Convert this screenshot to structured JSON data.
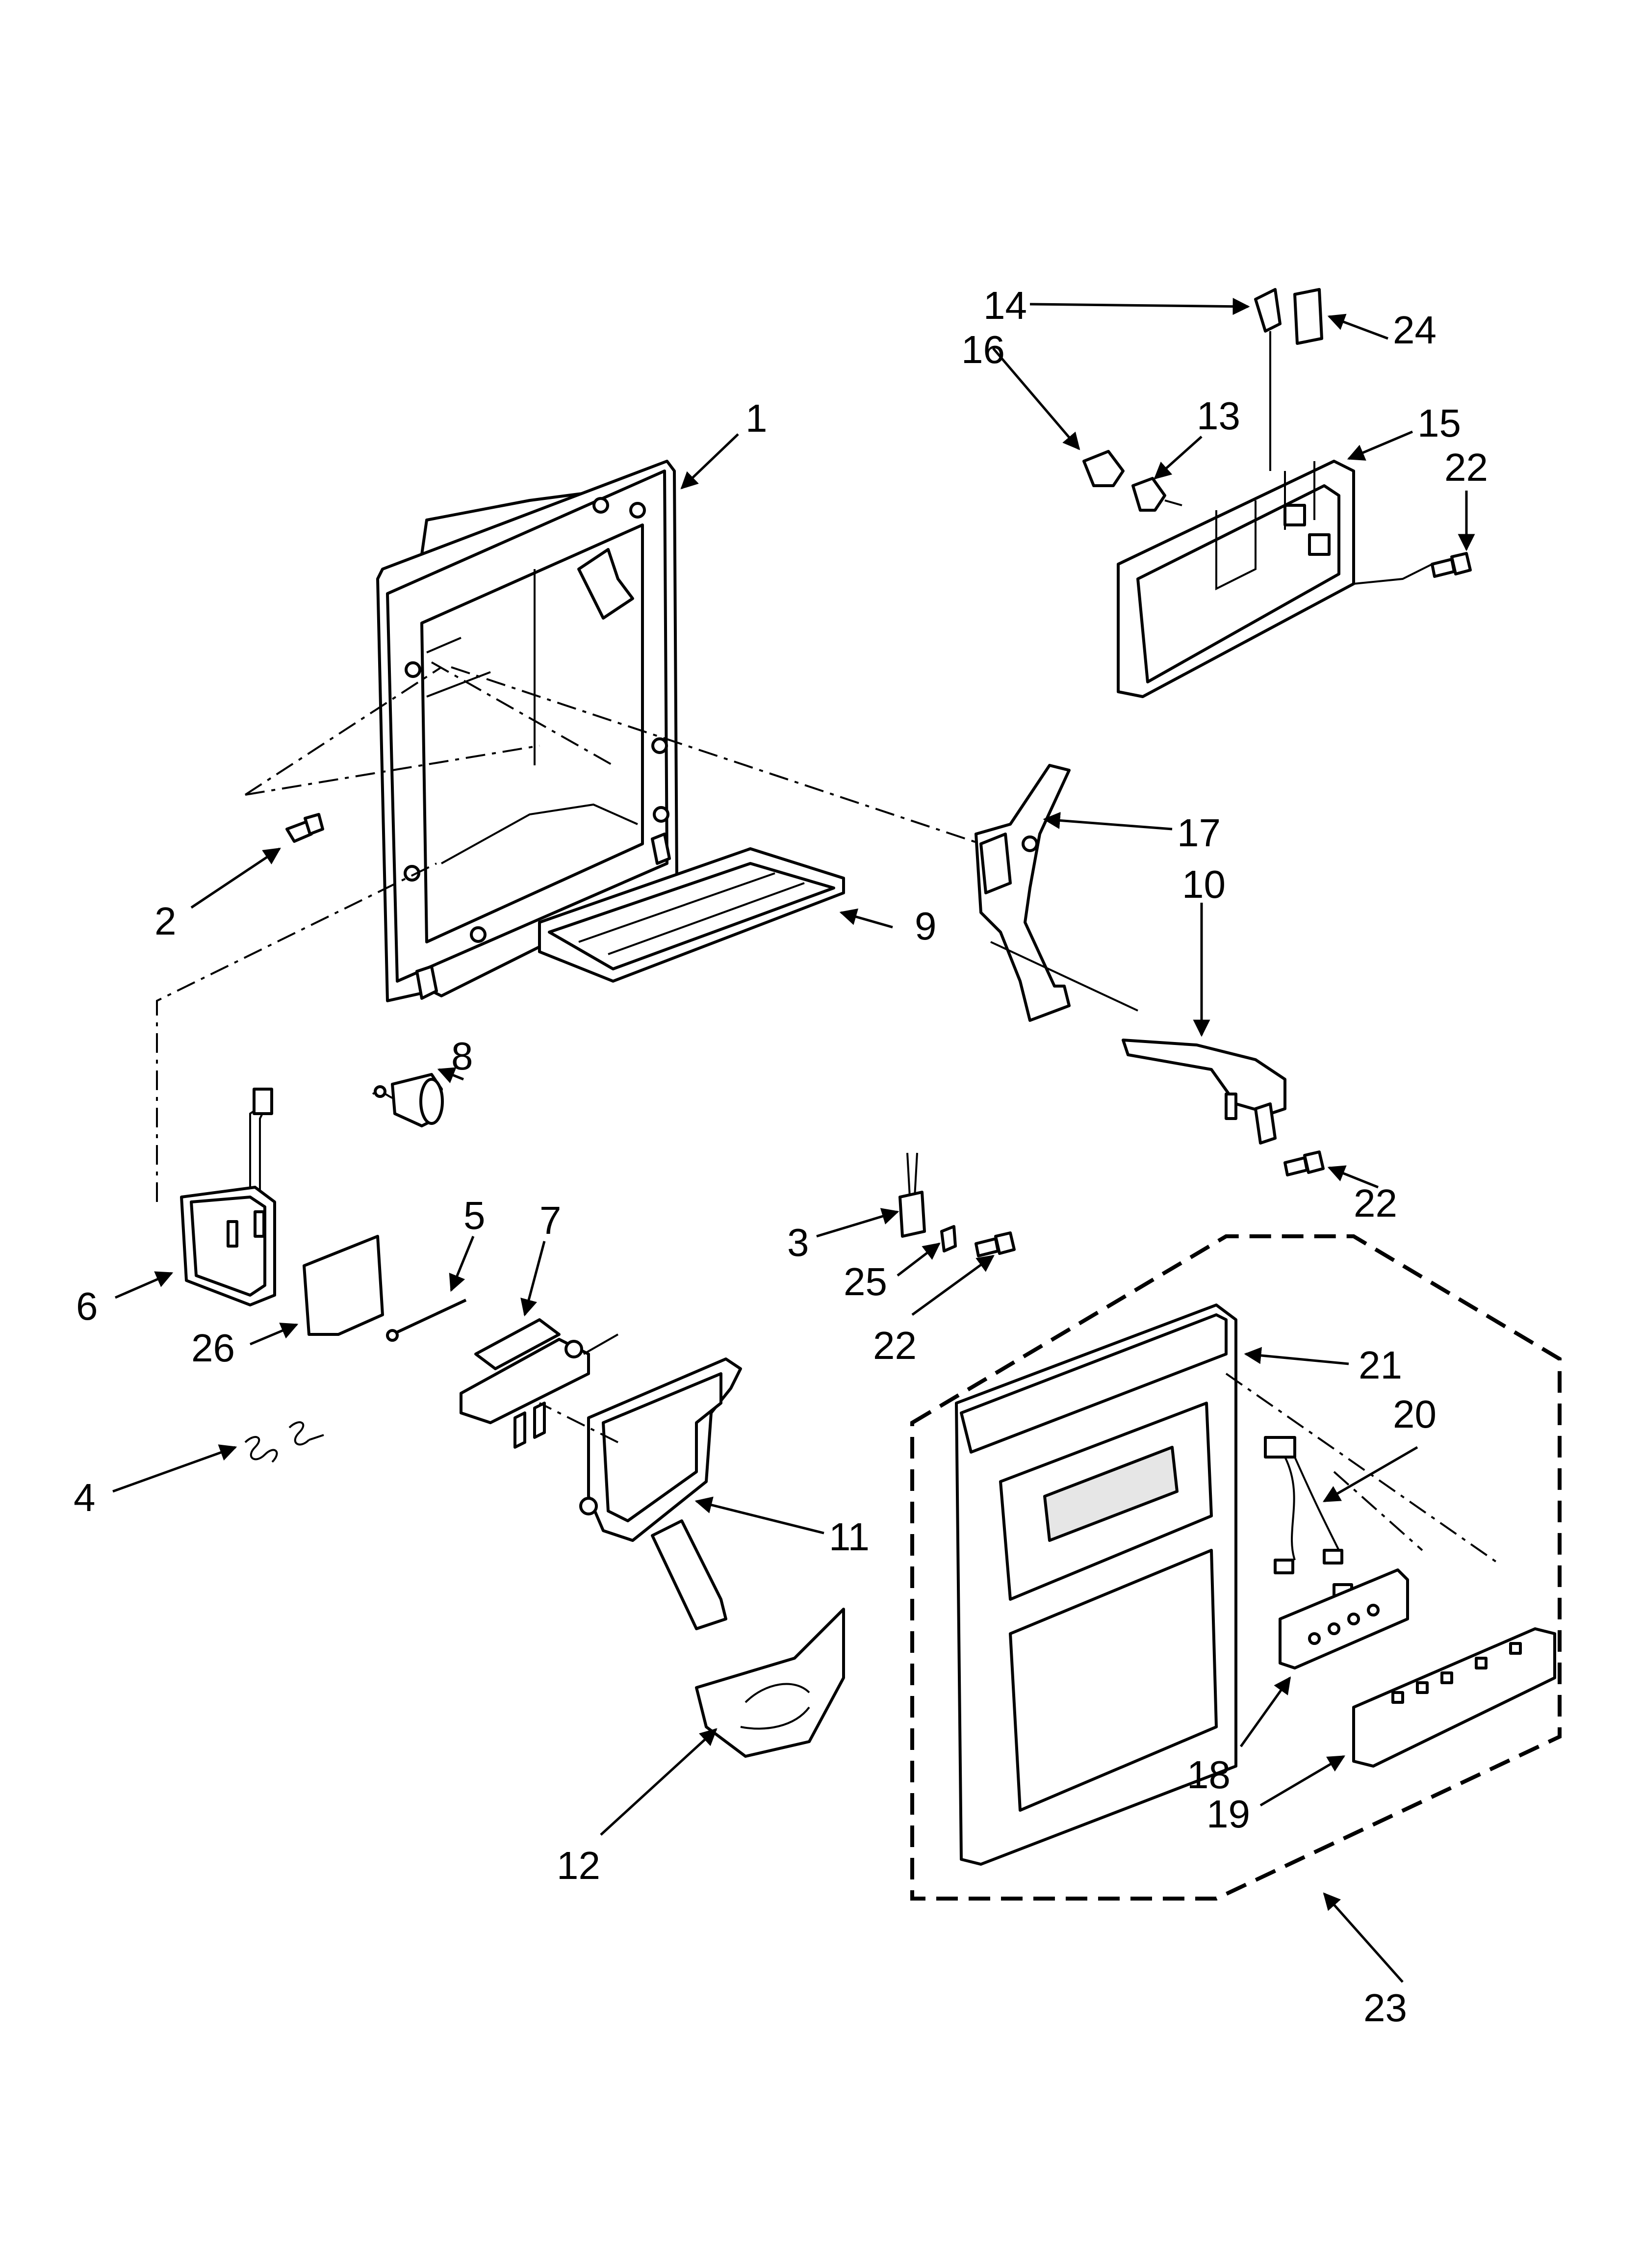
{
  "callouts": [
    {
      "id": "1",
      "text": "1"
    },
    {
      "id": "2",
      "text": "2"
    },
    {
      "id": "3",
      "text": "3"
    },
    {
      "id": "4",
      "text": "4"
    },
    {
      "id": "5",
      "text": "5"
    },
    {
      "id": "6",
      "text": "6"
    },
    {
      "id": "7",
      "text": "7"
    },
    {
      "id": "8",
      "text": "8"
    },
    {
      "id": "9",
      "text": "9"
    },
    {
      "id": "10",
      "text": "10"
    },
    {
      "id": "11",
      "text": "11"
    },
    {
      "id": "12",
      "text": "12"
    },
    {
      "id": "13",
      "text": "13"
    },
    {
      "id": "14",
      "text": "14"
    },
    {
      "id": "15",
      "text": "15"
    },
    {
      "id": "16",
      "text": "16"
    },
    {
      "id": "17",
      "text": "17"
    },
    {
      "id": "18",
      "text": "18"
    },
    {
      "id": "19",
      "text": "19"
    },
    {
      "id": "20",
      "text": "20"
    },
    {
      "id": "21",
      "text": "21"
    },
    {
      "id": "22a",
      "text": "22"
    },
    {
      "id": "22b",
      "text": "22"
    },
    {
      "id": "22c",
      "text": "22"
    },
    {
      "id": "23",
      "text": "23"
    },
    {
      "id": "24",
      "text": "24"
    },
    {
      "id": "25",
      "text": "25"
    },
    {
      "id": "26",
      "text": "26"
    }
  ]
}
